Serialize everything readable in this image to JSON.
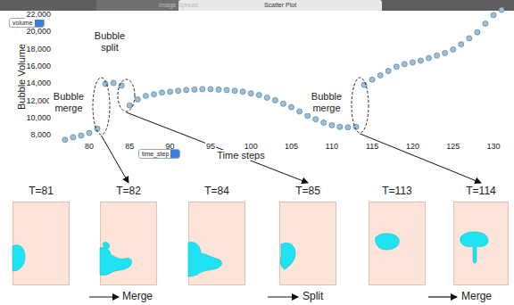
{
  "diagram": {
    "nodes": [
      {
        "text": [
          "Bubble merge"
        ]
      },
      {
        "text": [
          "Bubble split"
        ]
      },
      {
        "text": [
          "Bubble merge"
        ]
      },
      {
        "text": [
          "T=81"
        ]
      },
      {
        "text": [
          "T=82"
        ]
      },
      {
        "text": [
          "T=84"
        ]
      },
      {
        "text": [
          "T=85"
        ]
      },
      {
        "text": [
          "T=113"
        ]
      },
      {
        "text": [
          "T=114"
        ]
      }
    ],
    "edges": [
      {
        "from": 0,
        "to": 4,
        "arrow": "to"
      },
      {
        "from": 1,
        "to": 6,
        "arrow": "to"
      },
      {
        "from": 2,
        "to": 8,
        "arrow": "to"
      }
    ],
    "labels": [
      "Image Spread",
      "Scatter Plot",
      "volume",
      "22,000",
      "20,000",
      "18,000",
      "16,000",
      "14,000",
      "12,000",
      "10,000",
      "8,000",
      "Bubble Volume",
      "80",
      "85",
      "90",
      "95",
      "100",
      "105",
      "110",
      "115",
      "120",
      "125",
      "130",
      "time_step",
      "Time steps",
      "Merge",
      "Split",
      "Merge"
    ]
  }
}
